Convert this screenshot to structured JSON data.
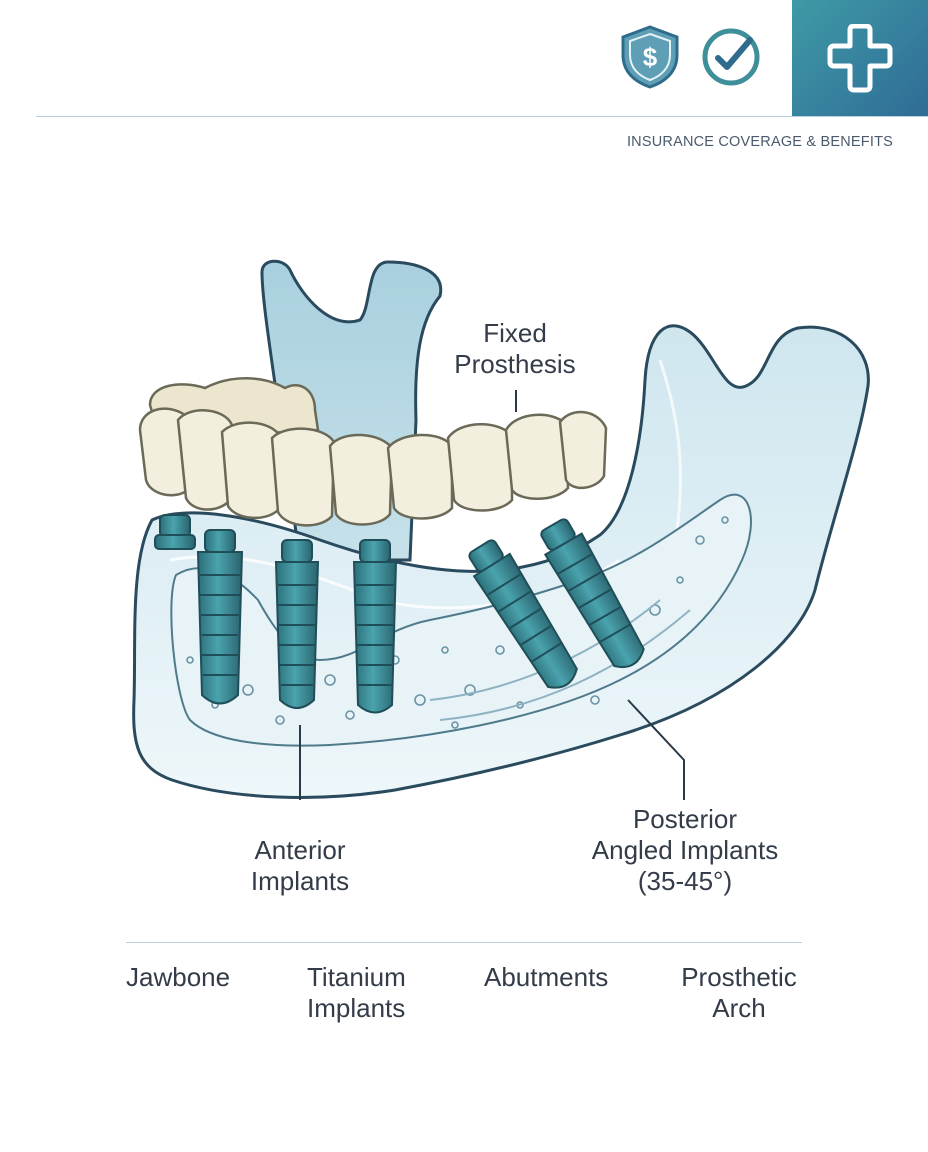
{
  "header": {
    "subtitle": "INSURANCE COVERAGE & BENEFITS",
    "icons": [
      "shield-dollar-icon",
      "checkmark-circle-icon",
      "medical-cross-icon"
    ],
    "brand_colors": {
      "teal": "#3f9aa6",
      "blue": "#2f6c96"
    }
  },
  "diagram": {
    "callouts": {
      "fixed_prosthesis": [
        "Fixed",
        "Prosthesis"
      ],
      "anterior_implants": [
        "Anterior",
        "Implants"
      ],
      "posterior_implants": [
        "Posterior",
        "Angled Implants",
        "(35-45°)"
      ]
    },
    "colors": {
      "bone": "#d6ebf3",
      "bone_outline": "#2a4a5e",
      "teeth": "#f3efdf",
      "implant": "#3f8f9a"
    }
  },
  "legend": {
    "items": [
      {
        "lines": [
          "Jawbone"
        ]
      },
      {
        "lines": [
          "Titanium",
          "Implants"
        ]
      },
      {
        "lines": [
          "Abutments"
        ]
      },
      {
        "lines": [
          "Prosthetic",
          "Arch"
        ]
      }
    ]
  }
}
